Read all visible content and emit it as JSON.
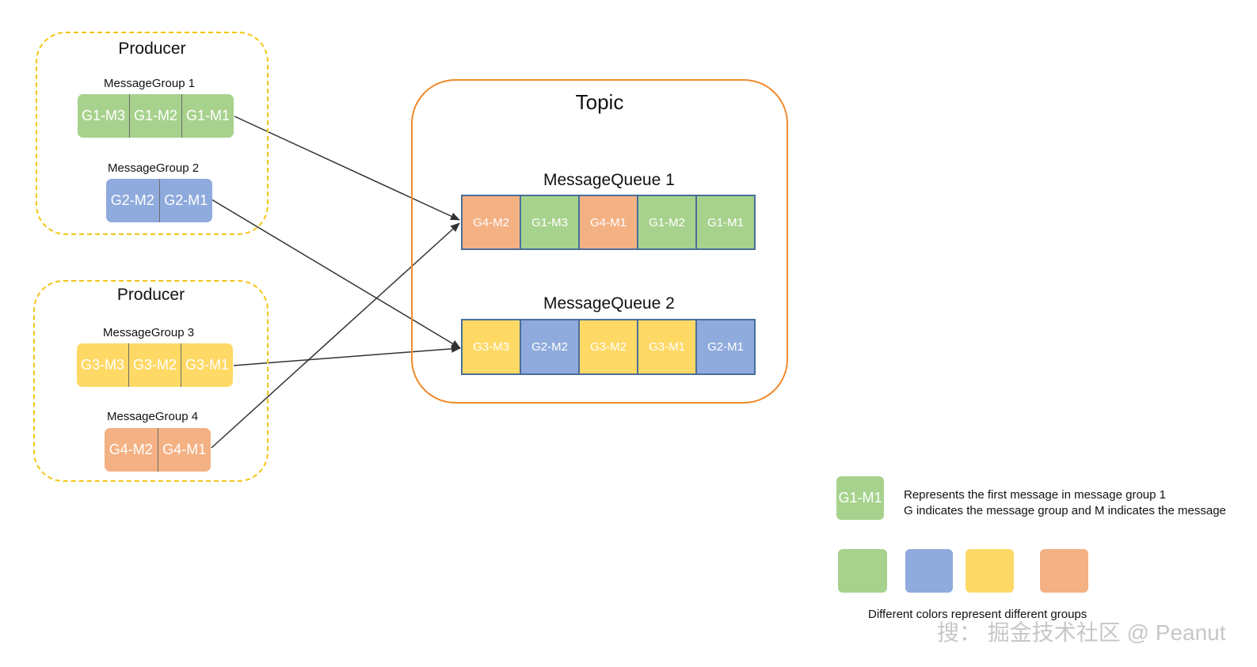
{
  "colors": {
    "green": "#a7d28d",
    "blue": "#8faadc",
    "yellow": "#ffd966",
    "orange": "#f4b183",
    "producer_border": "#f5c518",
    "topic_border": "#f08a2c",
    "queue_border": "#4a6e99",
    "arrow": "#333333"
  },
  "producers": [
    {
      "title": "Producer",
      "groups": [
        {
          "label": "MessageGroup 1",
          "messages": [
            "G1-M3",
            "G1-M2",
            "G1-M1"
          ]
        },
        {
          "label": "MessageGroup 2",
          "messages": [
            "G2-M2",
            "G2-M1"
          ]
        }
      ]
    },
    {
      "title": "Producer",
      "groups": [
        {
          "label": "MessageGroup 3",
          "messages": [
            "G3-M3",
            "G3-M2",
            "G3-M1"
          ]
        },
        {
          "label": "MessageGroup 4",
          "messages": [
            "G4-M2",
            "G4-M1"
          ]
        }
      ]
    }
  ],
  "topic": {
    "title": "Topic",
    "queues": [
      {
        "label": "MessageQueue 1",
        "messages": [
          "G4-M2",
          "G1-M3",
          "G4-M1",
          "G1-M2",
          "G1-M1"
        ]
      },
      {
        "label": "MessageQueue 2",
        "messages": [
          "G3-M3",
          "G2-M2",
          "G3-M2",
          "G3-M1",
          "G2-M1"
        ]
      }
    ]
  },
  "legend": {
    "sample": "G1-M1",
    "line1": "Represents the first message in message group 1",
    "line2": "G indicates the message group and M indicates the message",
    "colors_caption": "Different colors represent different groups"
  },
  "watermark": "搜： 掘金技术社区 @ Peanut"
}
